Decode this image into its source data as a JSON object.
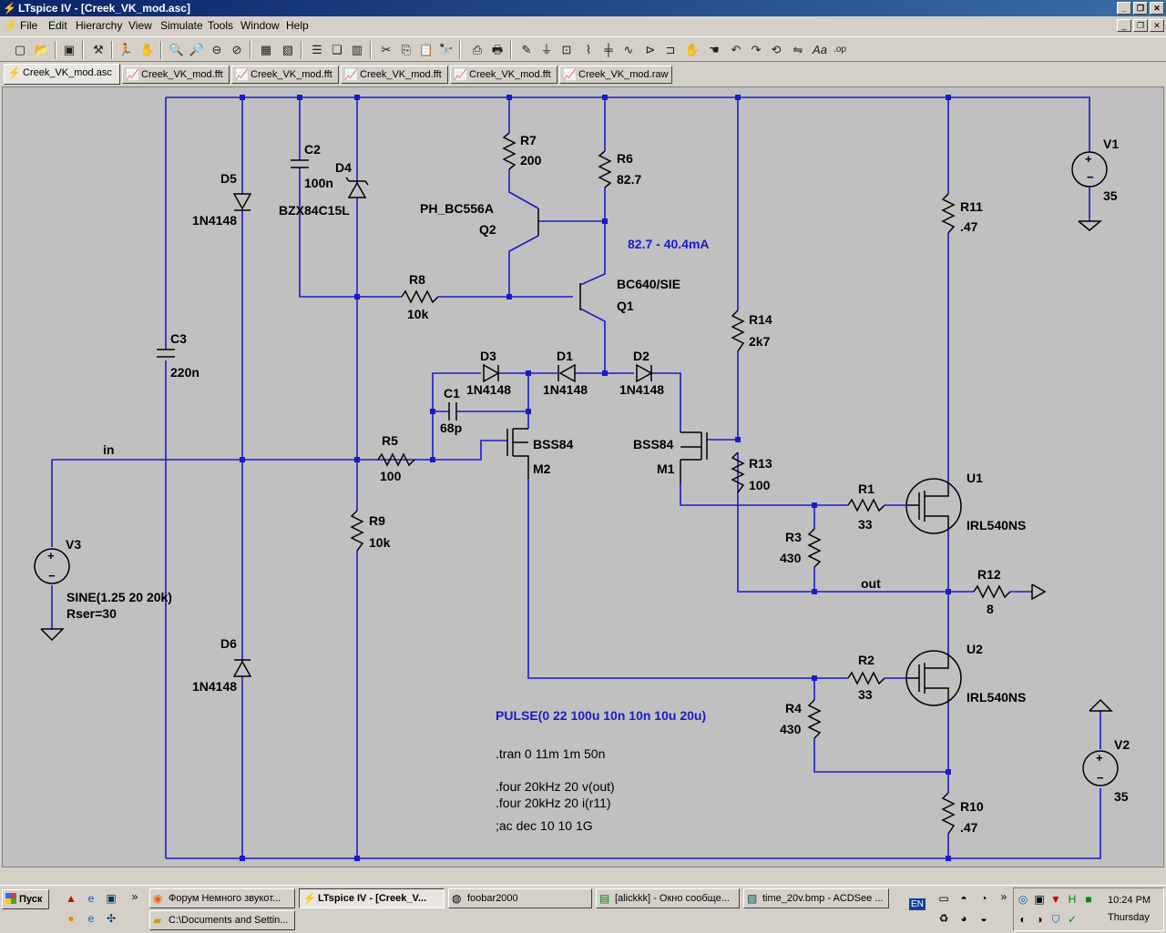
{
  "window": {
    "title": "LTspice IV - [Creek_VK_mod.asc]"
  },
  "menu": [
    "File",
    "Edit",
    "Hierarchy",
    "View",
    "Simulate",
    "Tools",
    "Window",
    "Help"
  ],
  "tabs": [
    {
      "label": "Creek_VK_mod.asc",
      "active": true
    },
    {
      "label": "Creek_VK_mod.fft"
    },
    {
      "label": "Creek_VK_mod.fft"
    },
    {
      "label": "Creek_VK_mod.fft"
    },
    {
      "label": "Creek_VK_mod.fft"
    },
    {
      "label": "Creek_VK_mod.raw"
    }
  ],
  "colors": {
    "wire": "#1a1ac8",
    "text": "#000000",
    "directive": "#1a1ac8",
    "bg": "#c0c0c0"
  },
  "schematic": {
    "components": {
      "d5": {
        "ref": "D5",
        "value": "1N4148"
      },
      "c2": {
        "ref": "C2",
        "value": "100n"
      },
      "d4": {
        "ref": "D4",
        "value": "BZX84C15L"
      },
      "r7": {
        "ref": "R7",
        "value": "200"
      },
      "r6": {
        "ref": "R6",
        "value": "82.7"
      },
      "q2": {
        "ref": "Q2",
        "value": "PH_BC556A"
      },
      "note": "82.7 - 40.4mA",
      "q1": {
        "ref": "Q1",
        "value": "BC640/SIE"
      },
      "r8": {
        "ref": "R8",
        "value": "10k"
      },
      "r14": {
        "ref": "R14",
        "value": "2k7"
      },
      "r11": {
        "ref": "R11",
        "value": ".47"
      },
      "v1": {
        "ref": "V1",
        "value": "35"
      },
      "c3": {
        "ref": "C3",
        "value": "220n"
      },
      "d3": {
        "ref": "D3",
        "value": "1N4148"
      },
      "d1": {
        "ref": "D1",
        "value": "1N4148"
      },
      "d2": {
        "ref": "D2",
        "value": "1N4148"
      },
      "c1": {
        "ref": "C1",
        "value": "68p"
      },
      "r5": {
        "ref": "R5",
        "value": "100"
      },
      "m2": {
        "ref": "M2",
        "value": "BSS84"
      },
      "m1": {
        "ref": "M1",
        "value": "BSS84"
      },
      "r13": {
        "ref": "R13",
        "value": "100"
      },
      "r1": {
        "ref": "R1",
        "value": "33"
      },
      "u1": {
        "ref": "U1",
        "value": "IRL540NS"
      },
      "r9": {
        "ref": "R9",
        "value": "10k"
      },
      "r3": {
        "ref": "R3",
        "value": "430"
      },
      "v3": {
        "ref": "V3",
        "value": "SINE(1.25 20 20k)",
        "rser": "Rser=30"
      },
      "r12": {
        "ref": "R12",
        "value": "8"
      },
      "d6": {
        "ref": "D6",
        "value": "1N4148"
      },
      "r2": {
        "ref": "R2",
        "value": "33"
      },
      "u2": {
        "ref": "U2",
        "value": "IRL540NS"
      },
      "r4": {
        "ref": "R4",
        "value": "430"
      },
      "v2": {
        "ref": "V2",
        "value": "35"
      },
      "r10": {
        "ref": "R10",
        "value": ".47"
      }
    },
    "nets": {
      "in": "in",
      "out": "out"
    },
    "directives": {
      "pulse": "PULSE(0 22 100u 10n 10n 10u 20u)",
      "tran": ".tran 0 11m 1m 50n",
      "four1": ".four 20kHz 20 v(out)",
      "four2": ".four 20kHz 20 i(r11)",
      "ac": ";ac dec 10 10 1G"
    }
  },
  "taskbar": {
    "start": "Пуск",
    "tasks": [
      {
        "label": "Форум Немного звукот...",
        "icon": "firefox-icon"
      },
      {
        "label": "LTspice IV - [Creek_V...",
        "icon": "ltspice-icon",
        "active": true
      },
      {
        "label": "foobar2000",
        "icon": "foobar-icon"
      },
      {
        "label": "[alickkk] - Окно сообще...",
        "icon": "messenger-icon"
      },
      {
        "label": "time_20v.bmp - ACDSee ...",
        "icon": "acdsee-icon"
      },
      {
        "label": "C:\\Documents and Settin...",
        "icon": "folder-icon"
      }
    ],
    "lang": "EN",
    "time": "10:24 PM",
    "day": "Thursday"
  }
}
